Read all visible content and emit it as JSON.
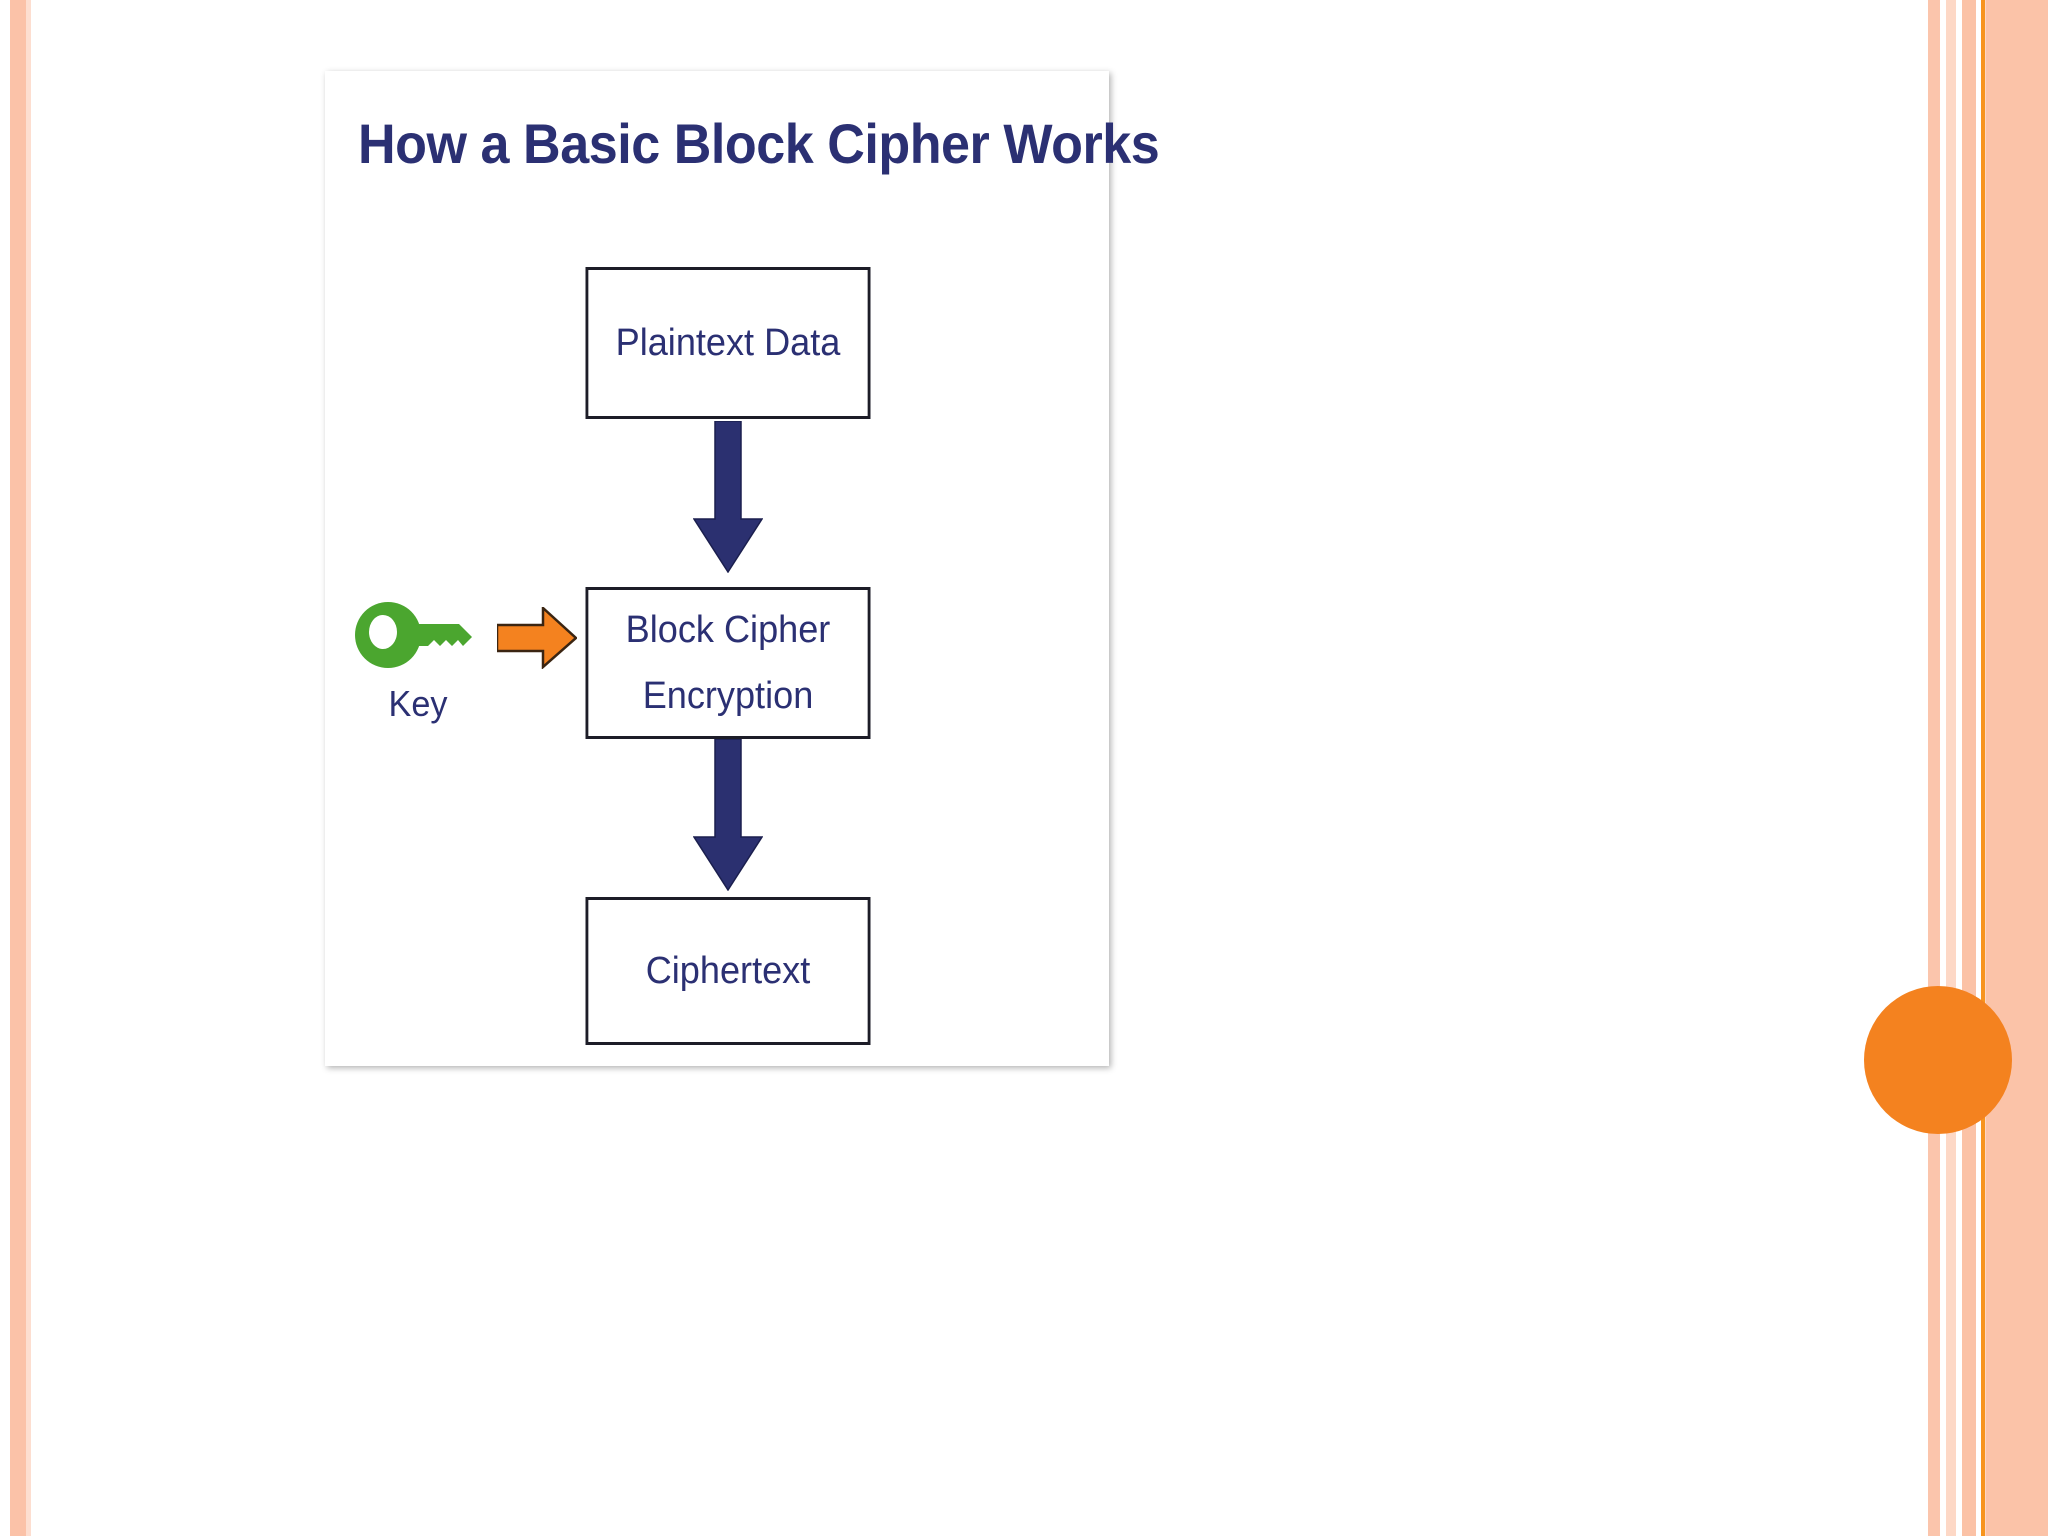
{
  "slide": {
    "background_color": "#ffffff",
    "accent_color": "#f4821f",
    "stripe_color": "#fbc3a8"
  },
  "figure": {
    "title": "How a Basic Block Cipher Works",
    "title_color": "#2b3073",
    "box_border_color": "#1d1d28",
    "arrow_color": "#2b3070",
    "nodes": [
      {
        "id": "plaintext",
        "label": "Plaintext Data"
      },
      {
        "id": "encryption",
        "label_line1": "Block Cipher",
        "label_line2": "Encryption"
      },
      {
        "id": "ciphertext",
        "label": "Ciphertext"
      }
    ],
    "key_input": {
      "label": "Key",
      "key_color": "#4ba62f",
      "arrow_color": "#f4821f"
    },
    "flow": [
      {
        "from": "plaintext",
        "to": "encryption",
        "direction": "down"
      },
      {
        "from": "key",
        "to": "encryption",
        "direction": "right"
      },
      {
        "from": "encryption",
        "to": "ciphertext",
        "direction": "down"
      }
    ]
  }
}
